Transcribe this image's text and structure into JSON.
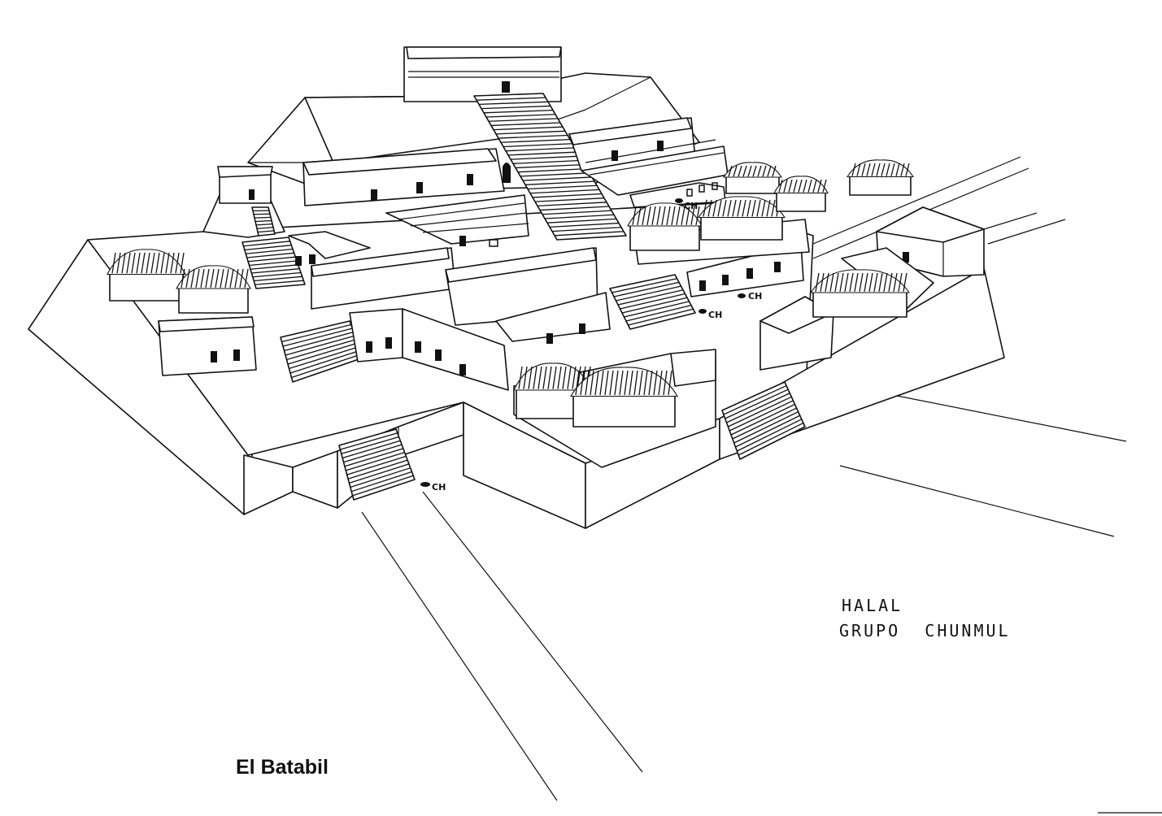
{
  "labels": {
    "halal": "HALAL",
    "grupo": "GRUPO  CHUNMUL",
    "caption": "El Batabil",
    "ch_markers": [
      "CH",
      "CH",
      "CH",
      "CH"
    ]
  },
  "colors": {
    "ink": "#111111",
    "paper": "#ffffff"
  }
}
